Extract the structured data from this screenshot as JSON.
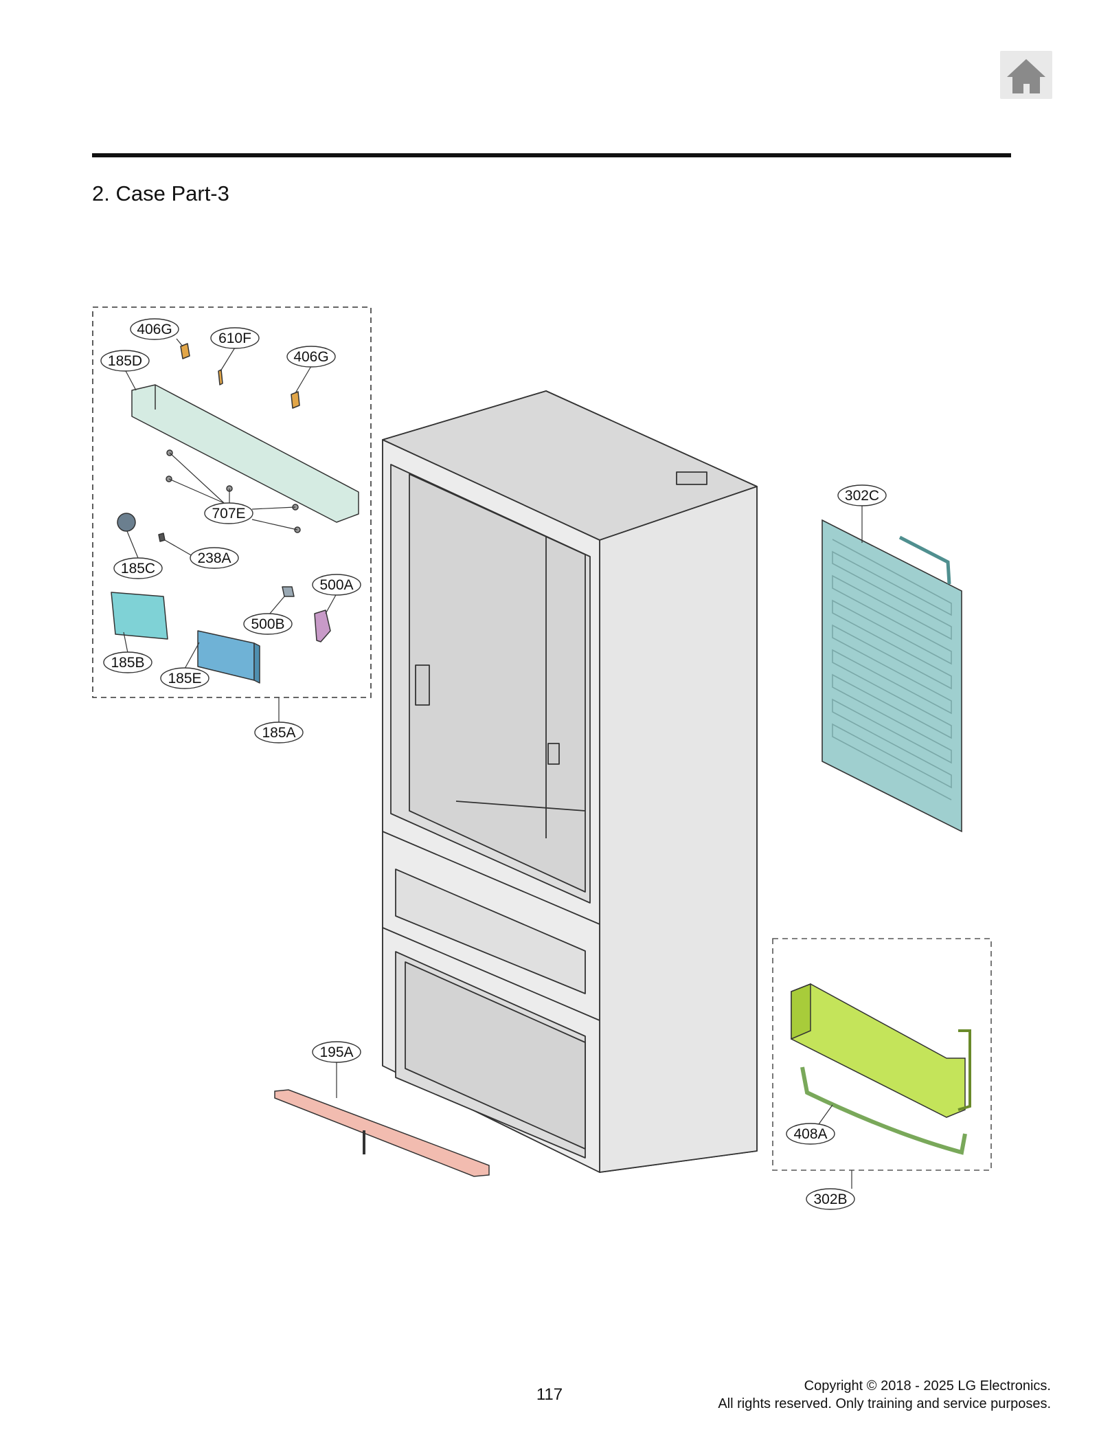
{
  "header": {
    "home_icon": "home-icon",
    "section_title": "2. Case Part-3"
  },
  "callouts": {
    "c406G_a": "406G",
    "c610F": "610F",
    "c406G_b": "406G",
    "c185D": "185D",
    "c707E": "707E",
    "c185C": "185C",
    "c238A": "238A",
    "c500A": "500A",
    "c500B": "500B",
    "c185B": "185B",
    "c185E": "185E",
    "c185A": "185A",
    "c302C": "302C",
    "c195A": "195A",
    "c408A": "408A",
    "c302B": "302B"
  },
  "colors": {
    "cabinet": "#e2e2e2",
    "part_185D": "#d5ebe2",
    "part_185B": "#7fd2d6",
    "part_185E": "#6fb2d6",
    "part_500A": "#c89ac8",
    "part_406G": "#e2a648",
    "evaporator_302C": "#9fcfcf",
    "evaporator_302B": "#c4e45a",
    "heater_408A": "#9fd07a",
    "tray_195A": "#f2bcb0"
  },
  "footer": {
    "page_number": "117",
    "copyright_line1": "Copyright © 2018 - 2025 LG Electronics.",
    "copyright_line2": "All rights reserved. Only training and service purposes."
  }
}
